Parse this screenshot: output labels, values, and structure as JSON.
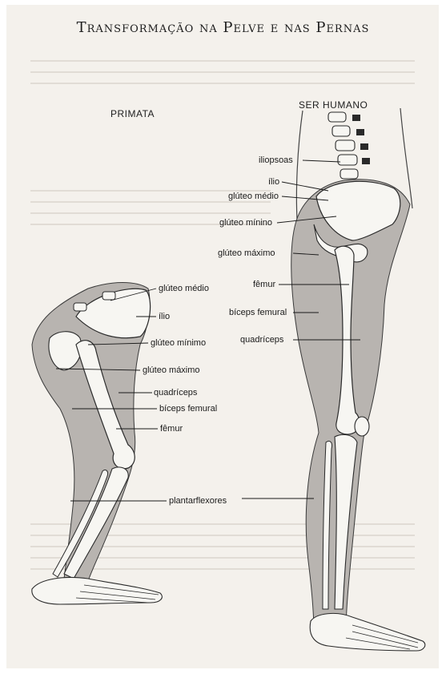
{
  "title": "Transformação na Pelve e nas Pernas",
  "headings": {
    "primate": "PRIMATA",
    "human": "SER HUMANO"
  },
  "human_labels": [
    "iliopsoas",
    "ílio",
    "glúteo médio",
    "glúteo mínino",
    "glúteo máximo",
    "fêmur",
    "bíceps femural",
    "quadríceps"
  ],
  "primate_labels": [
    "glúteo médio",
    "ílio",
    "glúteo mínimo",
    "glúteo máximo",
    "quadríceps",
    "bíceps femural",
    "fêmur"
  ],
  "shared_label": "plantarflexores",
  "colors": {
    "paper": "#f4f1ec",
    "muscle": "#b8b4b0",
    "bone": "#f7f6f2",
    "ink": "#1a1a1a"
  }
}
